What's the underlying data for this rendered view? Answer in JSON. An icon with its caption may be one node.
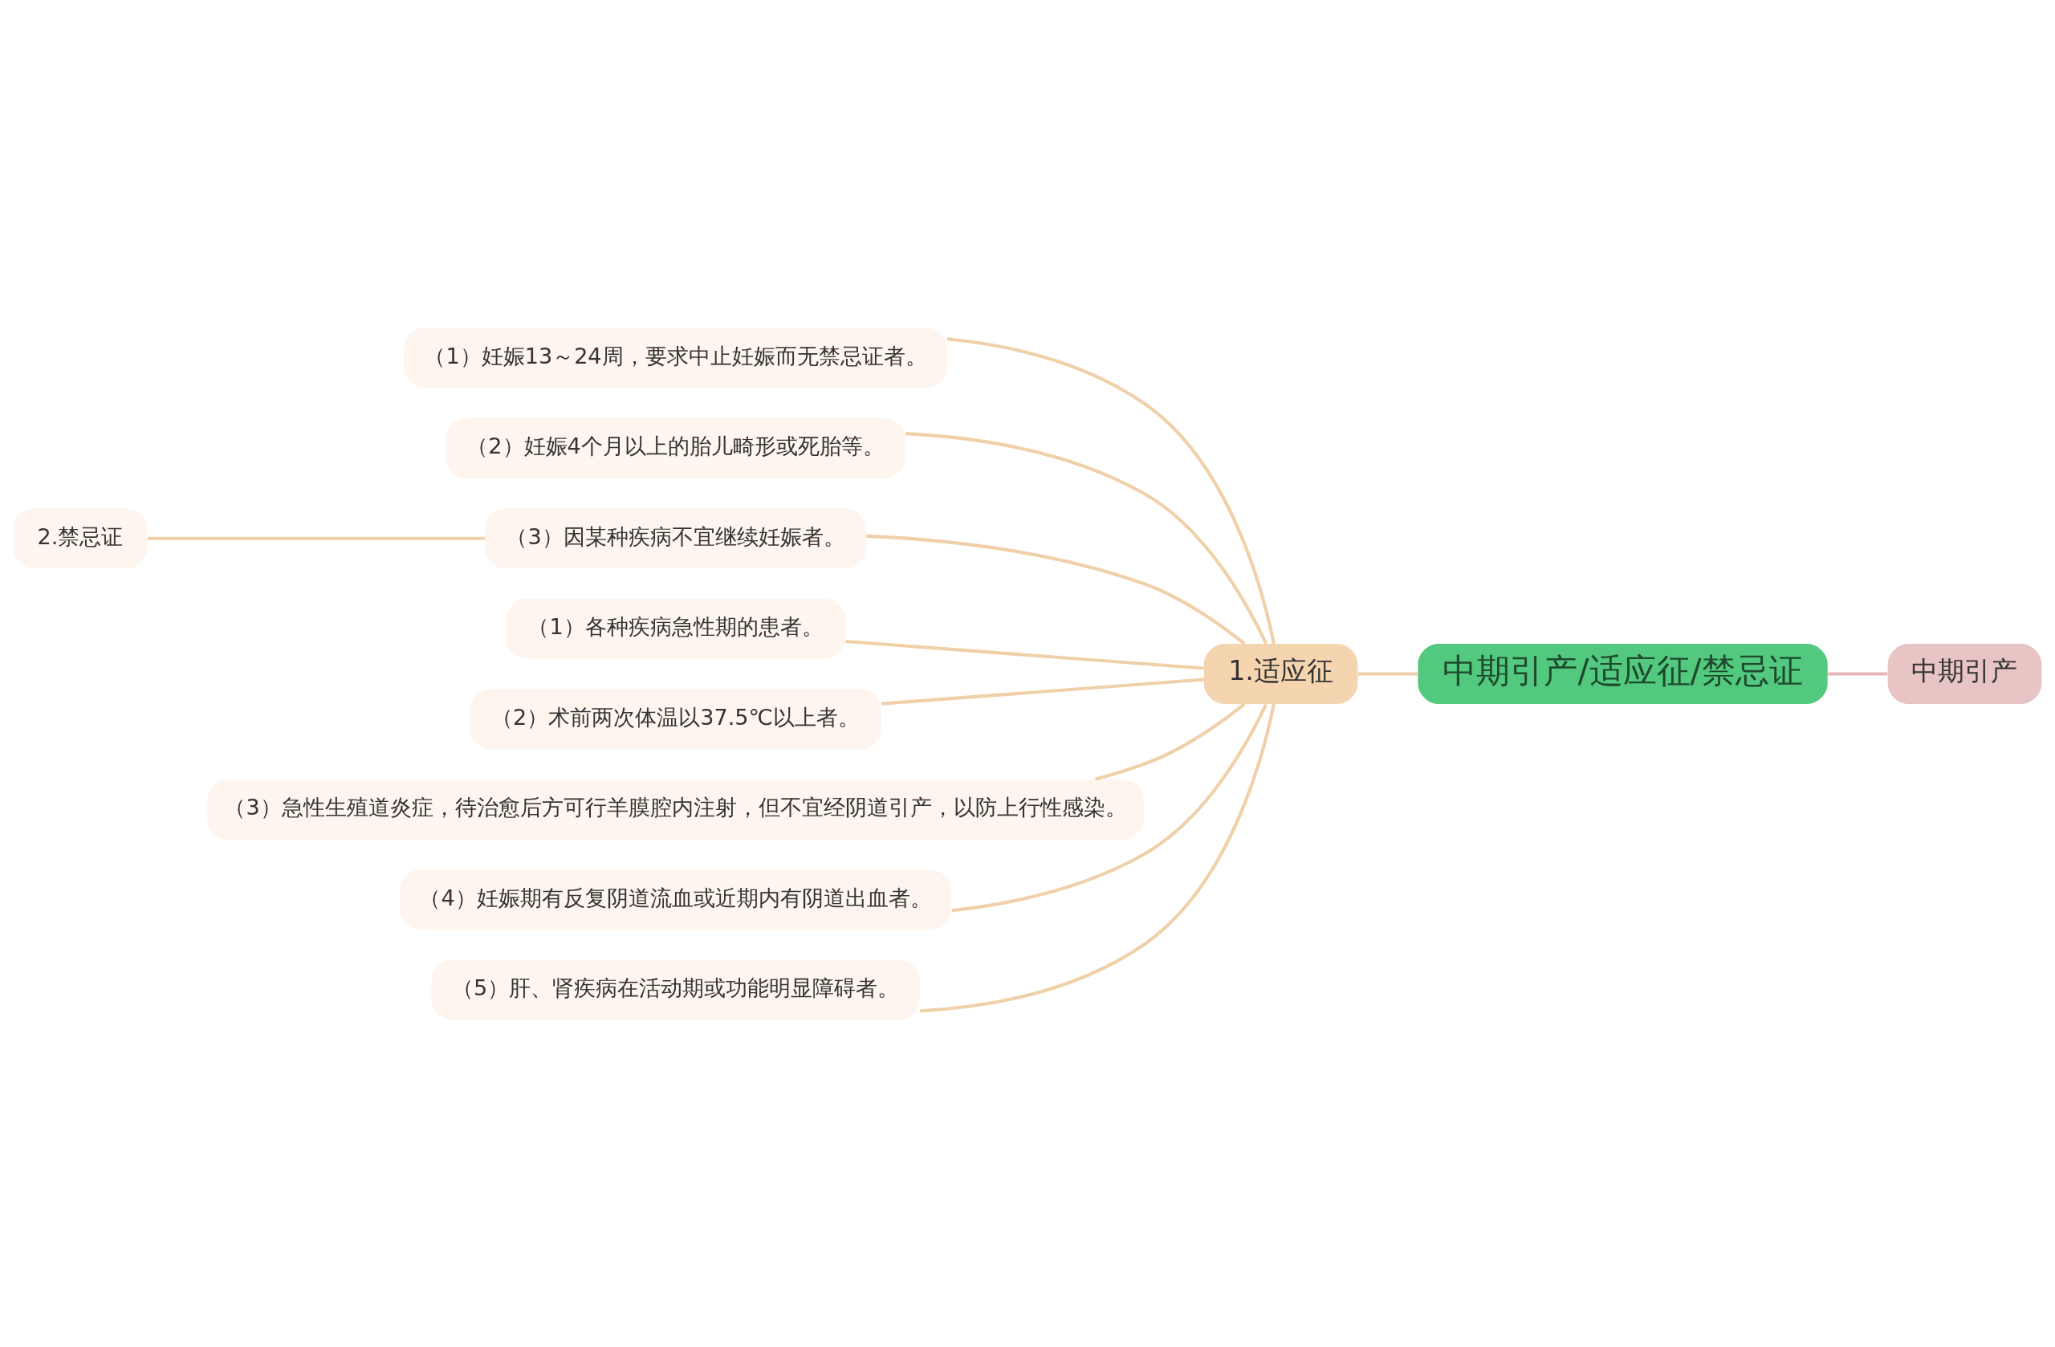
{
  "diagram": {
    "nodes": [
      {
        "text": [
          "中期引产/适应征/禁忌证"
        ]
      },
      {
        "text": [
          "中期引产"
        ]
      },
      {
        "text": [
          "1.适应征"
        ]
      },
      {
        "text": [
          "（1）妊娠13～24周，要求中止妊娠而无禁忌证者。"
        ]
      },
      {
        "text": [
          "（2）妊娠4个月以上的胎儿畸形或死胎等。"
        ]
      },
      {
        "text": [
          "（3）因某种疾病不宜继续妊娠者。"
        ]
      },
      {
        "text": [
          "（1）各种疾病急性期的患者。"
        ]
      },
      {
        "text": [
          "（2）术前两次体温以37.5℃以上者。"
        ]
      },
      {
        "text": [
          "（3）急性生殖道炎症，待治愈后方可行羊膜腔内注射，但不宜经阴道引产，以防上行性感染。"
        ]
      },
      {
        "text": [
          "（4）妊娠期有反复阴道流血或近期内有阴道出血者。"
        ]
      },
      {
        "text": [
          "（5）肝、肾疾病在活动期或功能明显障碍者。"
        ]
      },
      {
        "text": [
          "2.禁忌证"
        ]
      }
    ],
    "edges": [
      {
        "from": 2,
        "to": 0,
        "arrow": "none"
      },
      {
        "from": 0,
        "to": 1,
        "arrow": "none",
        "color": "#e8b8b8"
      },
      {
        "from": 3,
        "to": 2,
        "arrow": "none"
      },
      {
        "from": 4,
        "to": 2,
        "arrow": "none"
      },
      {
        "from": 5,
        "to": 2,
        "arrow": "none"
      },
      {
        "from": 6,
        "to": 2,
        "arrow": "none"
      },
      {
        "from": 7,
        "to": 2,
        "arrow": "none"
      },
      {
        "from": 8,
        "to": 2,
        "arrow": "none"
      },
      {
        "from": 9,
        "to": 2,
        "arrow": "none"
      },
      {
        "from": 10,
        "to": 2,
        "arrow": "none"
      },
      {
        "from": 11,
        "to": 5,
        "arrow": "none"
      }
    ]
  }
}
